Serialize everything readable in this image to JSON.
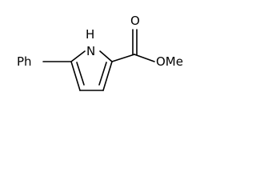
{
  "molecule": {
    "labels": {
      "phenyl": "Ph",
      "nh": "H",
      "n": "N",
      "carbonyl_o": "O",
      "ester": "OMe"
    }
  }
}
